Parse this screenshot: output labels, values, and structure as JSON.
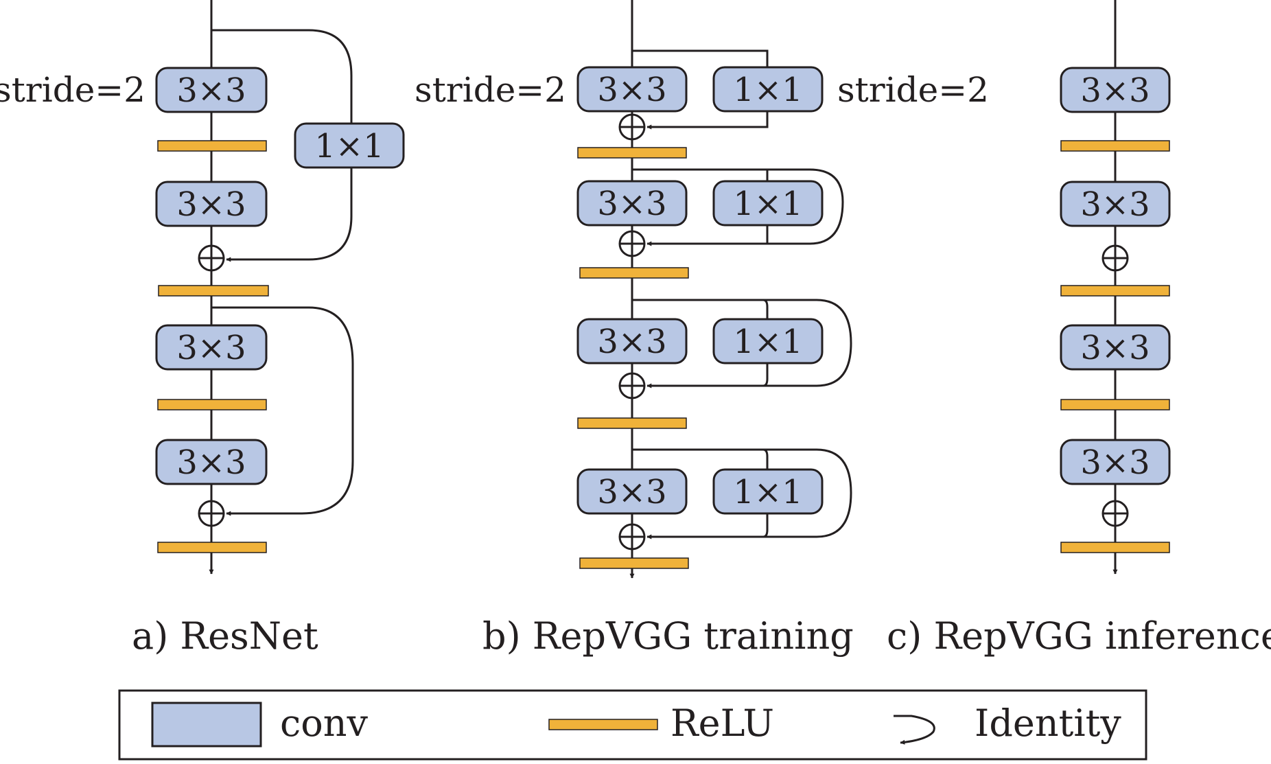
{
  "labels": {
    "conv3": "3×3",
    "conv1": "1×1",
    "stride": "stride=2"
  },
  "captions": {
    "resnet": "a) ResNet",
    "repvgg_training": "b) RepVGG training",
    "repvgg_inference": "c) RepVGG inference"
  },
  "legend": {
    "conv": "conv",
    "relu": "ReLU",
    "identity": "Identity"
  },
  "colors": {
    "conv_fill": "#b8c7e4",
    "conv_stroke": "#231f20",
    "relu_fill": "#f0b23a",
    "line": "#231f20"
  }
}
